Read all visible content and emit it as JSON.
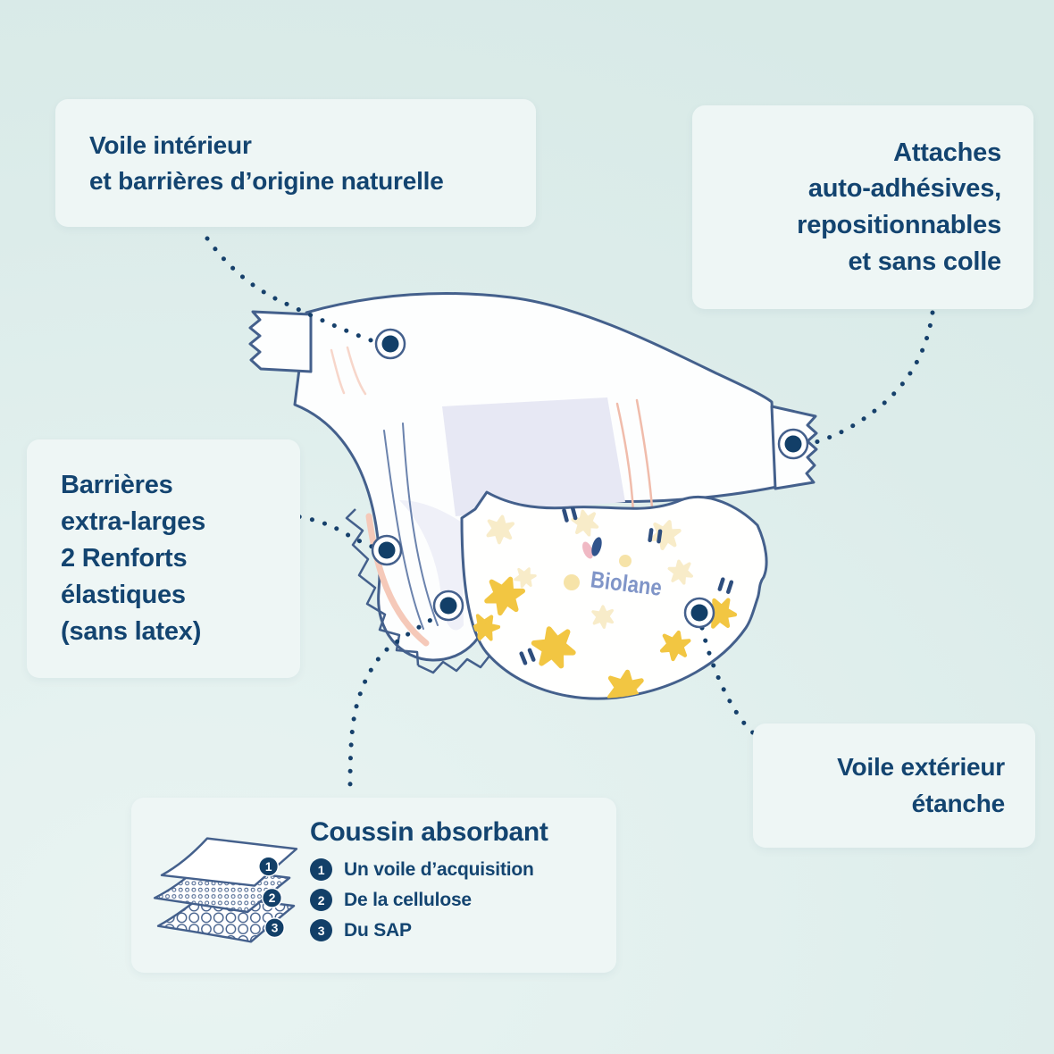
{
  "brand": {
    "logo_text": "Biolane"
  },
  "callouts": {
    "voile_interieur": {
      "lines": [
        "Voile intérieur",
        "et barrières d’origine naturelle"
      ]
    },
    "attaches": {
      "lines": [
        "Attaches",
        "auto-adhésives,",
        "repositionnables",
        "et sans colle"
      ]
    },
    "barrieres": {
      "lines": [
        "Barrières",
        "extra-larges",
        "2 Renforts",
        "élastiques",
        "(sans latex)"
      ]
    },
    "voile_exterieur": {
      "lines": [
        "Voile extérieur",
        "étanche"
      ]
    },
    "coussin": {
      "title": "Coussin absorbant",
      "items": [
        {
          "num": "1",
          "label": "Un voile d’acquisition"
        },
        {
          "num": "2",
          "label": "De la cellulose"
        },
        {
          "num": "3",
          "label": "Du SAP"
        }
      ],
      "layer_badges": [
        "1",
        "2",
        "3"
      ]
    }
  },
  "colors": {
    "background_top": "#d8eae7",
    "background_bottom": "#e9f4f2",
    "callout_box_bg": "#eef6f5",
    "text_navy": "#134470",
    "diaper_outline": "#44608c",
    "marker_dot": "#123f68",
    "pattern_yellow": "#f2c642",
    "pattern_pale_yellow": "#f8ecc9",
    "elastic_salmon": "#f5c9b9",
    "pad_lavender": "#e7e8f4",
    "logo_blue": "#8095c8"
  }
}
